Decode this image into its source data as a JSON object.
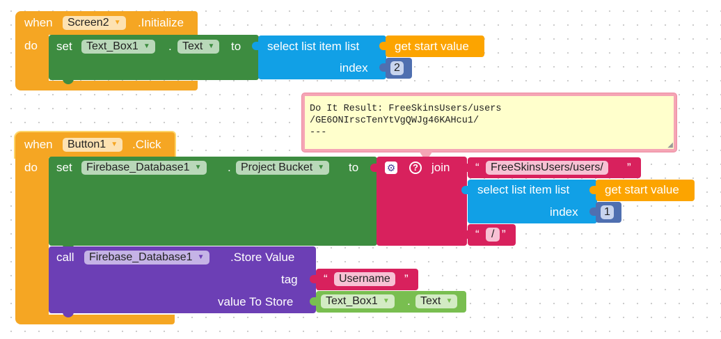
{
  "event1": {
    "when": "when",
    "component": "Screen2",
    "event": ".Initialize",
    "do": "do",
    "set_kw": "set",
    "target_component": "Text_Box1",
    "dot": ".",
    "target_property": "Text",
    "to_kw": "to",
    "select_label": "select list item  list",
    "get_label": "get start value",
    "index_label": "index",
    "index_value": "2"
  },
  "comment": {
    "line1": "Do It Result: FreeSkinsUsers/users",
    "line2": "/GE6ONIrscTenYtVgQWJg46KAHcu1/",
    "line3": "---"
  },
  "event2": {
    "when": "when",
    "component": "Button1",
    "event": ".Click",
    "do": "do",
    "set_kw": "set",
    "target_component": "Firebase_Database1",
    "dot": ".",
    "target_property": "Project Bucket",
    "to_kw": "to",
    "join_label": "join",
    "string1": "FreeSkinsUsers/users/",
    "select_label": "select list item  list",
    "get_label": "get start value",
    "index_label": "index",
    "index_value": "1",
    "string2": "/",
    "call_kw": "call",
    "call_component": "Firebase_Database1",
    "call_method": ".Store Value",
    "tag_label": "tag",
    "tag_value": "Username",
    "value_label": "value To Store",
    "value_component": "Text_Box1",
    "value_dot": ".",
    "value_property": "Text"
  },
  "icons": {
    "dropdown": "triangle-down-icon",
    "mutator": "gear-icon",
    "help": "question-icon",
    "open_quote": "“",
    "close_quote": "”"
  },
  "colors": {
    "event": "#f5a623",
    "setter": "#3d8c40",
    "list": "#11a0e6",
    "variable": "#fca400",
    "math": "#4f6fb0",
    "text": "#d8215d",
    "call": "#6c3fb5",
    "getter": "#79be50",
    "comment_bg": "#ffffcc"
  }
}
